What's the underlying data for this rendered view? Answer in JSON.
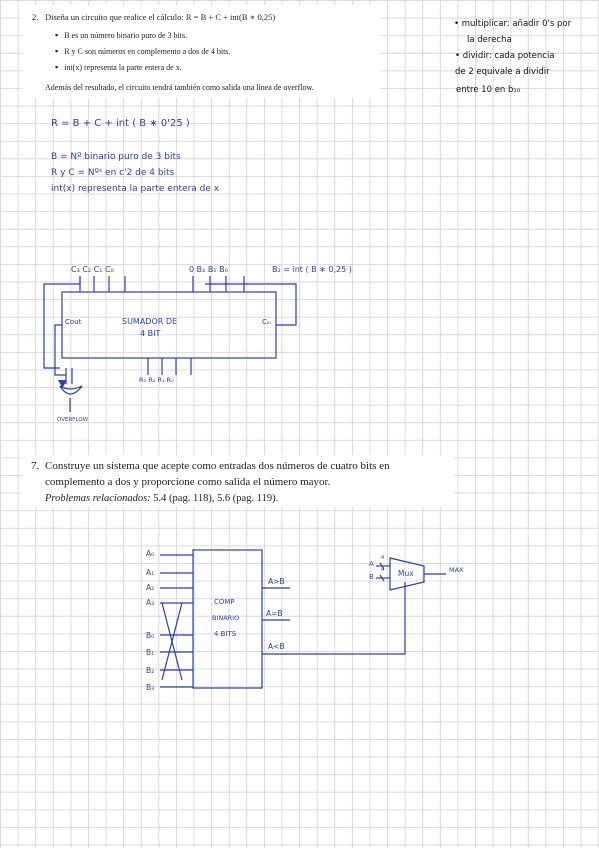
{
  "exercise2": {
    "number": "2.",
    "statement": "Diseña un circuito que realice el cálculo: R = B + C + int(B ∗ 0,25)",
    "bullets": [
      "B es un número binario puro de 3 bits.",
      "R y C son números en complemento a dos de 4 bits.",
      "int(x) representa la parte entera de x."
    ],
    "note": "Además del resultado, el circuito tendrá también como salida una línea de overflow."
  },
  "side_notes": [
    "• multiplicar: añadir 0's por",
    "la derecha",
    "• dividir: cada potencia",
    "de 2 equivale a dividir",
    "entre 10 en b₁₀"
  ],
  "hand_notes": {
    "formula": "R = B + C + int ( B ∗ 0'25 )",
    "defs": [
      "B = Nº binario puro de 3 bits",
      "R y C = Nºˢ en c'2 de 4 bits",
      "int(x) representa la parte entera de x"
    ]
  },
  "adder_diagram": {
    "c_inputs": "C₃ C₂ C₁ C₀",
    "b_inputs": "0  B₂ B₁ B₀",
    "b2_label": "B₂ = int ( B ∗ 0,25 )",
    "block_title": [
      "SUMADOR DE",
      "4 BIT"
    ],
    "cout": "Cout",
    "cin": "Cᵢₙ",
    "r_outputs": "R₃  R₂  R₁  R₀",
    "overflow": "OVERFLOW"
  },
  "exercise7": {
    "number": "7.",
    "statement_lines": [
      "Construye un sistema que acepte como entradas dos números de cuatro bits en",
      "complemento a dos y proporcione como salida el número mayor."
    ],
    "related_prefix": "Problemas relacionados:",
    "related_refs": "5.4 (pag. 118), 5.6 (pag. 119)."
  },
  "comparator_diagram": {
    "inputs": [
      "A₀",
      "A₁",
      "A₂",
      "A₃",
      "B₀",
      "B₁",
      "B₂",
      "B₃"
    ],
    "block_title": [
      "COMP",
      "BINARIO",
      "4 BITS"
    ],
    "outputs": [
      "A>B",
      "A=B",
      "A<B"
    ],
    "mux_label": "Mux",
    "mux_inputs": [
      "A",
      "B"
    ],
    "mux_input_marks": [
      "4",
      "4"
    ],
    "max_label": "MAX"
  }
}
